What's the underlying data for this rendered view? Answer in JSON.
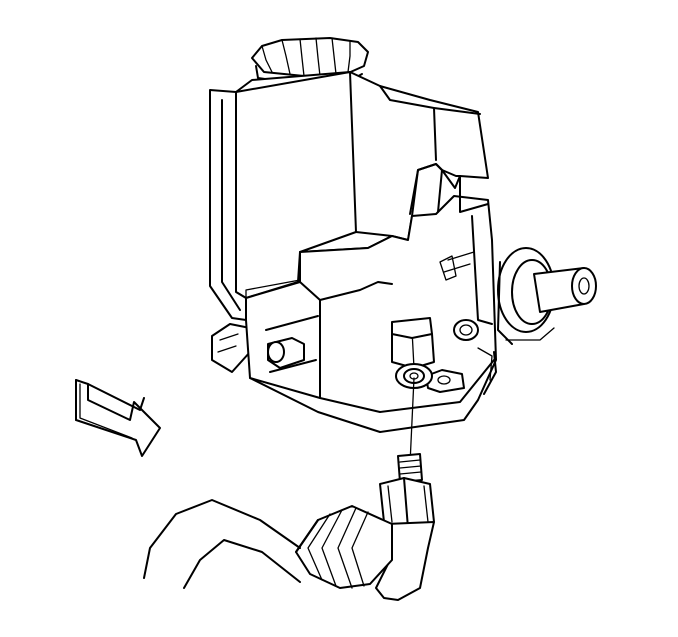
{
  "figure": {
    "colors": {
      "line": "#000000",
      "background": "#ffffff"
    },
    "parts": [
      {
        "id": "reservoir-cap",
        "icon": "cap-icon"
      },
      {
        "id": "pump-reservoir",
        "icon": "reservoir-icon"
      },
      {
        "id": "pump-body",
        "icon": "pump-icon"
      },
      {
        "id": "pump-shaft",
        "icon": "shaft-icon"
      },
      {
        "id": "mounting-stud",
        "icon": "stud-icon"
      },
      {
        "id": "pressure-port-fitting",
        "icon": "fitting-icon"
      },
      {
        "id": "pressure-hose-fitting",
        "icon": "hose-nut-icon"
      },
      {
        "id": "pressure-hose",
        "icon": "hose-icon"
      },
      {
        "id": "direction-arrow",
        "icon": "arrow-icon"
      }
    ]
  }
}
